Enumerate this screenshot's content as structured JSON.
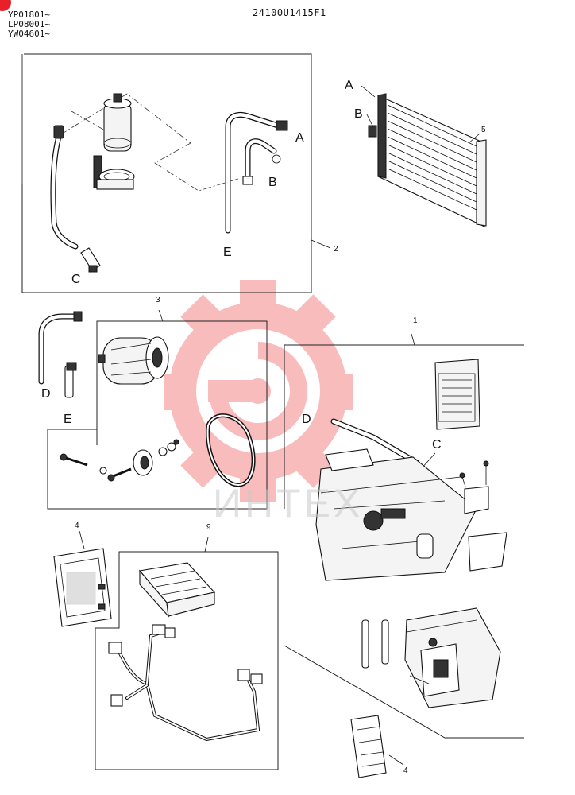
{
  "header": {
    "serials": [
      "YP01801~",
      "LP08001~",
      "YW04601~"
    ],
    "drawing_number": "24100U1415F1"
  },
  "group2": {
    "part_number": "2",
    "labels": {
      "a": "A",
      "b": "B",
      "c": "C",
      "e": "E"
    }
  },
  "condenser": {
    "part_number": "5",
    "labels": {
      "a": "A",
      "b": "B"
    }
  },
  "group3": {
    "part_number": "3",
    "labels": {
      "d": "D",
      "e": "E"
    }
  },
  "group1": {
    "part_number": "1",
    "labels": {
      "d": "D",
      "c": "C"
    },
    "filter_part_number": "4"
  },
  "controller": {
    "part_number": "4"
  },
  "group9": {
    "part_number": "9"
  },
  "watermark": {
    "text": "ИНТЕХ",
    "color": "#f25a5a"
  },
  "colors": {
    "corner_mark": "#e8202a",
    "ink": "#111111"
  }
}
